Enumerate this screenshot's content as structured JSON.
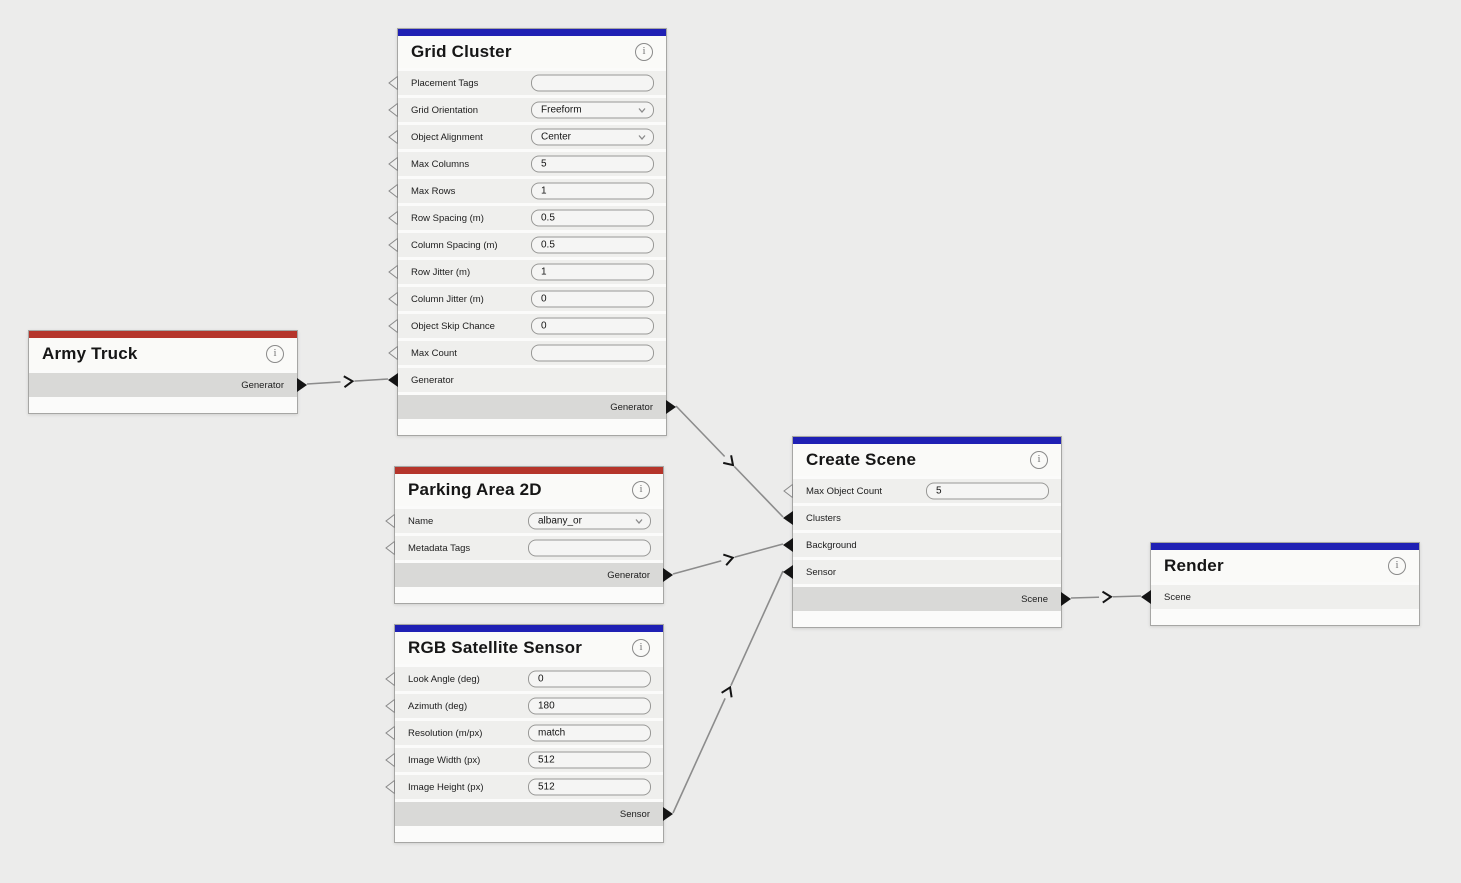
{
  "colors": {
    "blue": "#1f20b4",
    "red": "#b5352b",
    "canvas": "#ececeb",
    "wire": "#8c8c8c",
    "port_filled": "#141414"
  },
  "graph": {
    "nodes": {
      "army_truck": {
        "title": "Army Truck",
        "outputs": [
          {
            "label": "Generator"
          }
        ]
      },
      "grid_cluster": {
        "title": "Grid Cluster",
        "fields": [
          {
            "label": "Placement Tags",
            "type": "text",
            "value": ""
          },
          {
            "label": "Grid Orientation",
            "type": "select",
            "value": "Freeform"
          },
          {
            "label": "Object Alignment",
            "type": "select",
            "value": "Center"
          },
          {
            "label": "Max Columns",
            "type": "text",
            "value": "5"
          },
          {
            "label": "Max Rows",
            "type": "text",
            "value": "1"
          },
          {
            "label": "Row Spacing (m)",
            "type": "text",
            "value": "0.5"
          },
          {
            "label": "Column Spacing (m)",
            "type": "text",
            "value": "0.5"
          },
          {
            "label": "Row Jitter (m)",
            "type": "text",
            "value": "1"
          },
          {
            "label": "Column Jitter (m)",
            "type": "text",
            "value": "0"
          },
          {
            "label": "Object Skip Chance",
            "type": "text",
            "value": "0"
          },
          {
            "label": "Max Count",
            "type": "text",
            "value": ""
          },
          {
            "label": "Generator",
            "type": "port"
          }
        ],
        "outputs": [
          {
            "label": "Generator"
          }
        ]
      },
      "parking_area": {
        "title": "Parking Area 2D",
        "fields": [
          {
            "label": "Name",
            "type": "select",
            "value": "albany_or"
          },
          {
            "label": "Metadata Tags",
            "type": "text",
            "value": ""
          }
        ],
        "outputs": [
          {
            "label": "Generator"
          }
        ]
      },
      "rgb_sensor": {
        "title": "RGB Satellite Sensor",
        "fields": [
          {
            "label": "Look Angle (deg)",
            "type": "text",
            "value": "0"
          },
          {
            "label": "Azimuth (deg)",
            "type": "text",
            "value": "180"
          },
          {
            "label": "Resolution (m/px)",
            "type": "text",
            "value": "match"
          },
          {
            "label": "Image Width (px)",
            "type": "text",
            "value": "512"
          },
          {
            "label": "Image Height (px)",
            "type": "text",
            "value": "512"
          }
        ],
        "outputs": [
          {
            "label": "Sensor"
          }
        ]
      },
      "create_scene": {
        "title": "Create Scene",
        "fields": [
          {
            "label": "Max Object Count",
            "type": "text",
            "value": "5"
          },
          {
            "label": "Clusters",
            "type": "port"
          },
          {
            "label": "Background",
            "type": "port"
          },
          {
            "label": "Sensor",
            "type": "port"
          }
        ],
        "outputs": [
          {
            "label": "Scene"
          }
        ]
      },
      "render": {
        "title": "Render",
        "fields": [
          {
            "label": "Scene",
            "type": "port"
          }
        ]
      }
    },
    "connections": [
      {
        "from": "Army Truck / Generator",
        "to": "Grid Cluster / Generator"
      },
      {
        "from": "Grid Cluster / Generator",
        "to": "Create Scene / Clusters"
      },
      {
        "from": "Parking Area 2D / Generator",
        "to": "Create Scene / Background"
      },
      {
        "from": "RGB Satellite Sensor / Sensor",
        "to": "Create Scene / Sensor"
      },
      {
        "from": "Create Scene / Scene",
        "to": "Render / Scene"
      }
    ]
  }
}
